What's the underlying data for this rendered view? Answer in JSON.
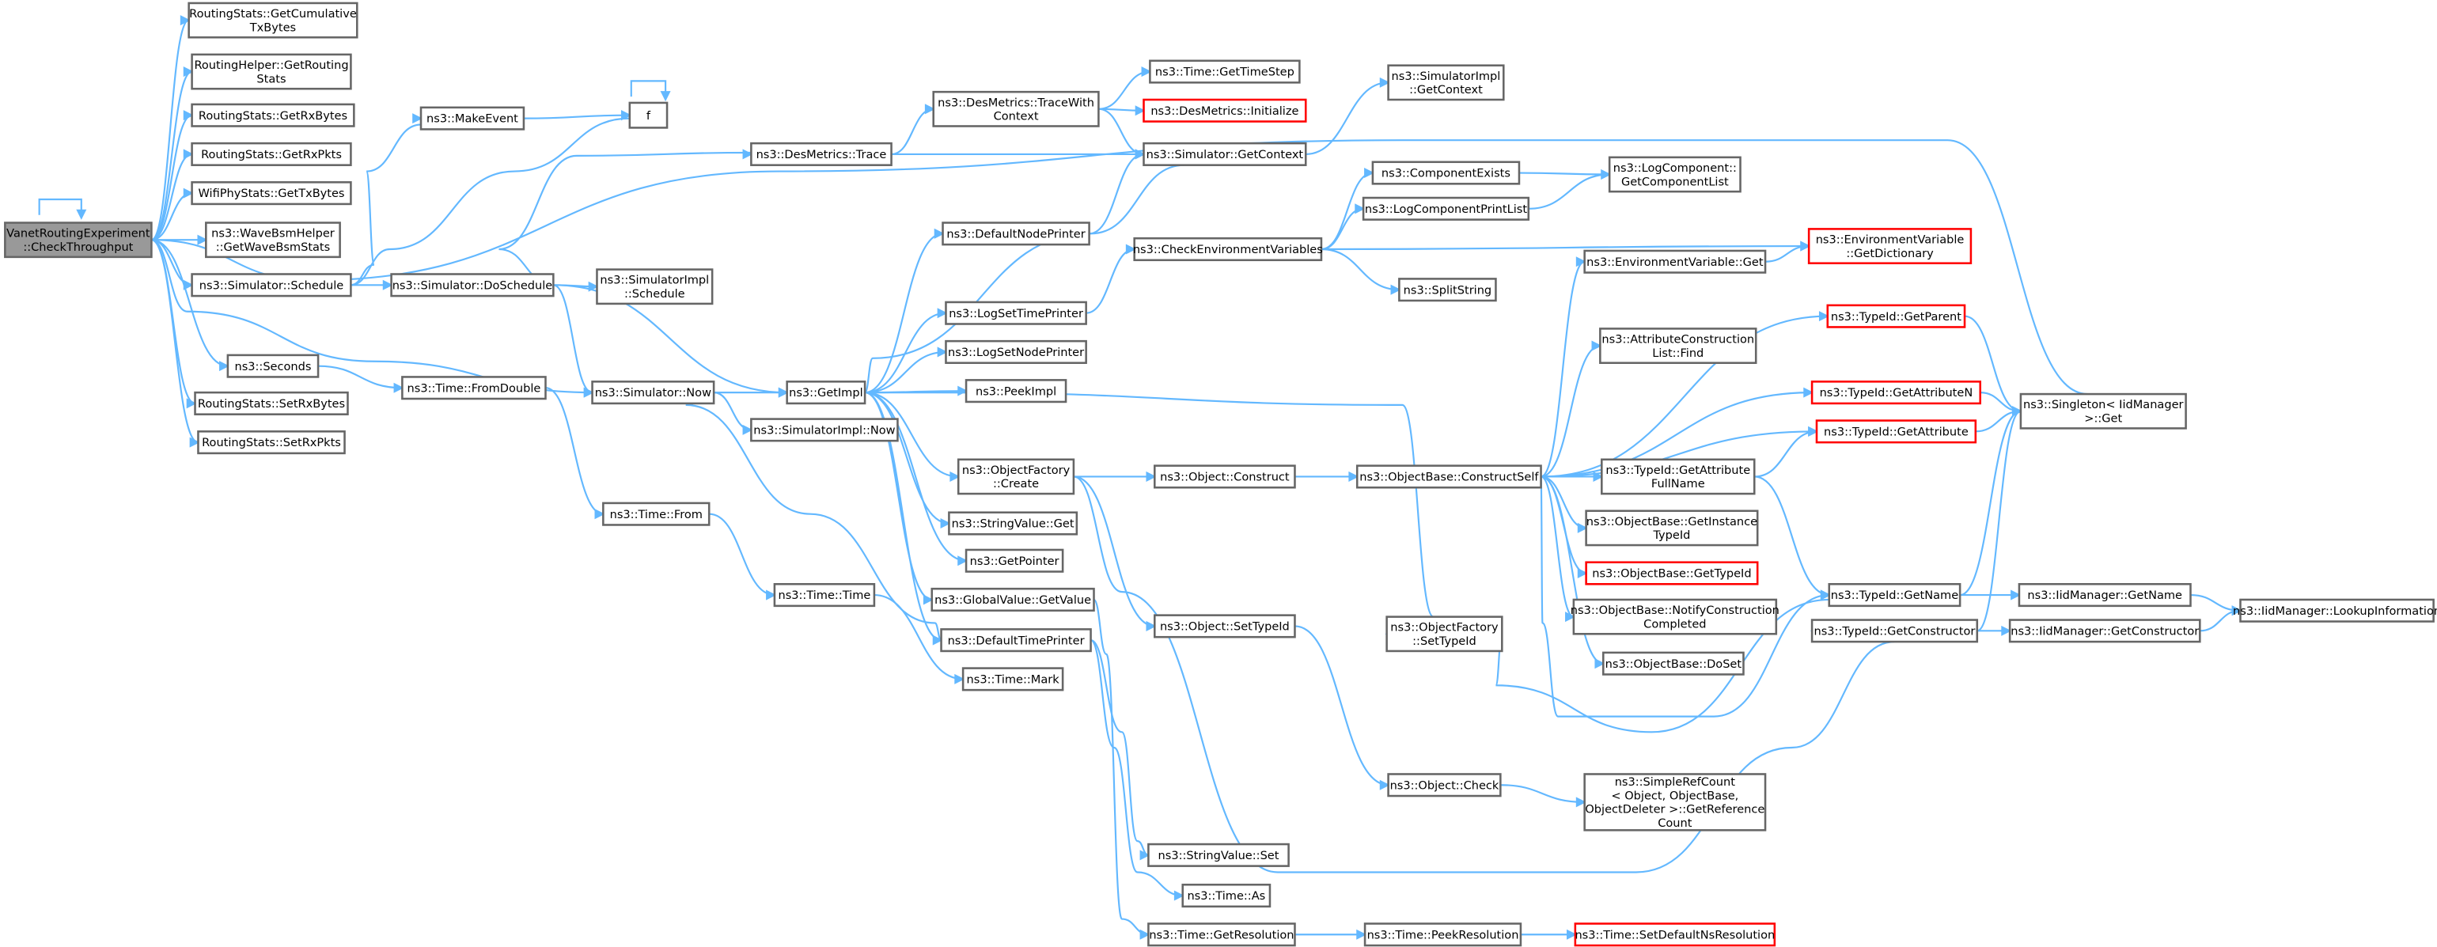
{
  "nodes": [
    {
      "id": "root",
      "lines": [
        "VanetRoutingExperiment",
        "::CheckThroughput"
      ],
      "style": "root"
    },
    {
      "id": "rs_cumtx",
      "lines": [
        "RoutingStats::GetCumulative",
        "TxBytes"
      ]
    },
    {
      "id": "rh_getstats",
      "lines": [
        "RoutingHelper::GetRouting",
        "Stats"
      ]
    },
    {
      "id": "rs_getrxbytes",
      "lines": [
        "RoutingStats::GetRxBytes"
      ]
    },
    {
      "id": "rs_getrxpkts",
      "lines": [
        "RoutingStats::GetRxPkts"
      ]
    },
    {
      "id": "wifi_txbytes",
      "lines": [
        "WifiPhyStats::GetTxBytes"
      ]
    },
    {
      "id": "wavebsm",
      "lines": [
        "ns3::WaveBsmHelper",
        "::GetWaveBsmStats"
      ]
    },
    {
      "id": "sim_schedule",
      "lines": [
        "ns3::Simulator::Schedule"
      ]
    },
    {
      "id": "seconds",
      "lines": [
        "ns3::Seconds"
      ]
    },
    {
      "id": "rs_setrxbytes",
      "lines": [
        "RoutingStats::SetRxBytes"
      ]
    },
    {
      "id": "rs_setrxpkts",
      "lines": [
        "RoutingStats::SetRxPkts"
      ]
    },
    {
      "id": "makeevent",
      "lines": [
        "ns3::MakeEvent"
      ]
    },
    {
      "id": "f",
      "lines": [
        "f"
      ]
    },
    {
      "id": "doschedule",
      "lines": [
        "ns3::Simulator::DoSchedule"
      ]
    },
    {
      "id": "fromdouble",
      "lines": [
        "ns3::Time::FromDouble"
      ]
    },
    {
      "id": "desmetrics_trace",
      "lines": [
        "ns3::DesMetrics::Trace"
      ]
    },
    {
      "id": "simimpl_schedule",
      "lines": [
        "ns3::SimulatorImpl",
        "::Schedule"
      ]
    },
    {
      "id": "sim_now",
      "lines": [
        "ns3::Simulator::Now"
      ]
    },
    {
      "id": "time_from",
      "lines": [
        "ns3::Time::From"
      ]
    },
    {
      "id": "time_time",
      "lines": [
        "ns3::Time::Time"
      ]
    },
    {
      "id": "getimpl",
      "lines": [
        "ns3::GetImpl"
      ]
    },
    {
      "id": "simimpl_now",
      "lines": [
        "ns3::SimulatorImpl::Now"
      ]
    },
    {
      "id": "desmetrics_tracewith",
      "lines": [
        "ns3::DesMetrics::TraceWith",
        "Context"
      ]
    },
    {
      "id": "default_node_printer",
      "lines": [
        "ns3::DefaultNodePrinter"
      ]
    },
    {
      "id": "logsettimeprinter",
      "lines": [
        "ns3::LogSetTimePrinter"
      ]
    },
    {
      "id": "logsetnodeprinter",
      "lines": [
        "ns3::LogSetNodePrinter"
      ]
    },
    {
      "id": "peekimpl",
      "lines": [
        "ns3::PeekImpl"
      ]
    },
    {
      "id": "objfactory_create",
      "lines": [
        "ns3::ObjectFactory",
        "::Create"
      ]
    },
    {
      "id": "stringvalue_get",
      "lines": [
        "ns3::StringValue::Get"
      ]
    },
    {
      "id": "getpointer",
      "lines": [
        "ns3::GetPointer"
      ]
    },
    {
      "id": "globalvalue_getvalue",
      "lines": [
        "ns3::GlobalValue::GetValue"
      ]
    },
    {
      "id": "default_time_printer",
      "lines": [
        "ns3::DefaultTimePrinter"
      ]
    },
    {
      "id": "time_mark",
      "lines": [
        "ns3::Time::Mark"
      ]
    },
    {
      "id": "time_gettimestep",
      "lines": [
        "ns3::Time::GetTimeStep"
      ]
    },
    {
      "id": "desmetrics_initialize",
      "lines": [
        "ns3::DesMetrics::Initialize"
      ],
      "style": "ext"
    },
    {
      "id": "sim_getcontext",
      "lines": [
        "ns3::Simulator::GetContext"
      ]
    },
    {
      "id": "simimpl_getcontext",
      "lines": [
        "ns3::SimulatorImpl",
        "::GetContext"
      ]
    },
    {
      "id": "check_env_vars",
      "lines": [
        "ns3::CheckEnvironmentVariables"
      ]
    },
    {
      "id": "object_construct",
      "lines": [
        "ns3::Object::Construct"
      ]
    },
    {
      "id": "object_settypeid",
      "lines": [
        "ns3::Object::SetTypeId"
      ]
    },
    {
      "id": "stringvalue_set",
      "lines": [
        "ns3::StringValue::Set"
      ]
    },
    {
      "id": "time_as",
      "lines": [
        "ns3::Time::As"
      ]
    },
    {
      "id": "time_getresolution",
      "lines": [
        "ns3::Time::GetResolution"
      ]
    },
    {
      "id": "time_peekresolution",
      "lines": [
        "ns3::Time::PeekResolution"
      ]
    },
    {
      "id": "time_setdefaultns",
      "lines": [
        "ns3::Time::SetDefaultNsResolution"
      ],
      "style": "ext"
    },
    {
      "id": "component_exists",
      "lines": [
        "ns3::ComponentExists"
      ]
    },
    {
      "id": "logcomponentprintlist",
      "lines": [
        "ns3::LogComponentPrintList"
      ]
    },
    {
      "id": "splitstring",
      "lines": [
        "ns3::SplitString"
      ]
    },
    {
      "id": "objbase_constructself",
      "lines": [
        "ns3::ObjectBase::ConstructSelf"
      ]
    },
    {
      "id": "objfactory_settypeid",
      "lines": [
        "ns3::ObjectFactory",
        "::SetTypeId"
      ]
    },
    {
      "id": "object_check",
      "lines": [
        "ns3::Object::Check"
      ]
    },
    {
      "id": "logcomponent_getlist",
      "lines": [
        "ns3::LogComponent::",
        "GetComponentList"
      ]
    },
    {
      "id": "envvar_getdict",
      "lines": [
        "ns3::EnvironmentVariable",
        "::GetDictionary"
      ],
      "style": "ext"
    },
    {
      "id": "envvar_get",
      "lines": [
        "ns3::EnvironmentVariable::Get"
      ]
    },
    {
      "id": "attrconstr_find",
      "lines": [
        "ns3::AttributeConstruction",
        "List::Find"
      ]
    },
    {
      "id": "typeid_getattrfullname",
      "lines": [
        "ns3::TypeId::GetAttribute",
        "FullName"
      ]
    },
    {
      "id": "objbase_getinstancetypeid",
      "lines": [
        "ns3::ObjectBase::GetInstance",
        "TypeId"
      ]
    },
    {
      "id": "objbase_gettypeid",
      "lines": [
        "ns3::ObjectBase::GetTypeId"
      ],
      "style": "ext"
    },
    {
      "id": "objbase_notifyconstr",
      "lines": [
        "ns3::ObjectBase::NotifyConstruction",
        "Completed"
      ]
    },
    {
      "id": "objbase_doset",
      "lines": [
        "ns3::ObjectBase::DoSet"
      ]
    },
    {
      "id": "simplerefcount",
      "lines": [
        "ns3::SimpleRefCount",
        "< Object, ObjectBase,",
        "ObjectDeleter >::GetReference",
        "Count"
      ]
    },
    {
      "id": "typeid_getparent",
      "lines": [
        "ns3::TypeId::GetParent"
      ],
      "style": "ext"
    },
    {
      "id": "typeid_getattrn",
      "lines": [
        "ns3::TypeId::GetAttributeN"
      ],
      "style": "ext"
    },
    {
      "id": "typeid_getattribute",
      "lines": [
        "ns3::TypeId::GetAttribute"
      ],
      "style": "ext"
    },
    {
      "id": "typeid_getname",
      "lines": [
        "ns3::TypeId::GetName"
      ]
    },
    {
      "id": "typeid_getconstructor",
      "lines": [
        "ns3::TypeId::GetConstructor"
      ]
    },
    {
      "id": "singleton_get",
      "lines": [
        "ns3::Singleton< IidManager",
        ">::Get"
      ]
    },
    {
      "id": "iid_getname",
      "lines": [
        "ns3::IidManager::GetName"
      ]
    },
    {
      "id": "iid_getconstructor",
      "lines": [
        "ns3::IidManager::GetConstructor"
      ]
    },
    {
      "id": "iid_lookupinfo",
      "lines": [
        "ns3::IidManager::LookupInformation"
      ]
    }
  ]
}
